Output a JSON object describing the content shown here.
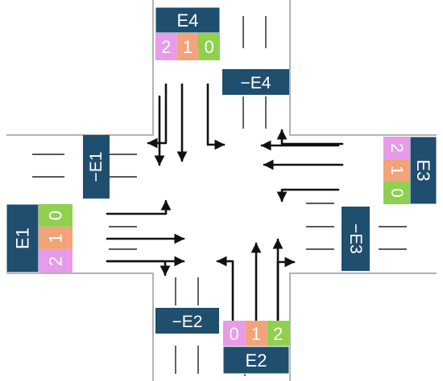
{
  "edges": {
    "E4": "E4",
    "E4_rev": "−E4",
    "E1": "E1",
    "E1_rev": "−E1",
    "E2": "E2",
    "E2_rev": "−E2",
    "E3": "E3",
    "E3_rev": "−E3"
  },
  "lane_indices": {
    "E4": [
      "2",
      "1",
      "0"
    ],
    "E1": [
      "0",
      "1",
      "2"
    ],
    "E2": [
      "0",
      "1",
      "2"
    ],
    "E3": [
      "2",
      "1",
      "0"
    ]
  },
  "colors": {
    "label_bg": "#1f4e6e",
    "lane0": "#8fd14f",
    "lane1": "#f2a37a",
    "lane2": "#e89be8",
    "road_line": "#9a9a9a",
    "lane_mark": "#222222",
    "arrow": "#111111"
  }
}
